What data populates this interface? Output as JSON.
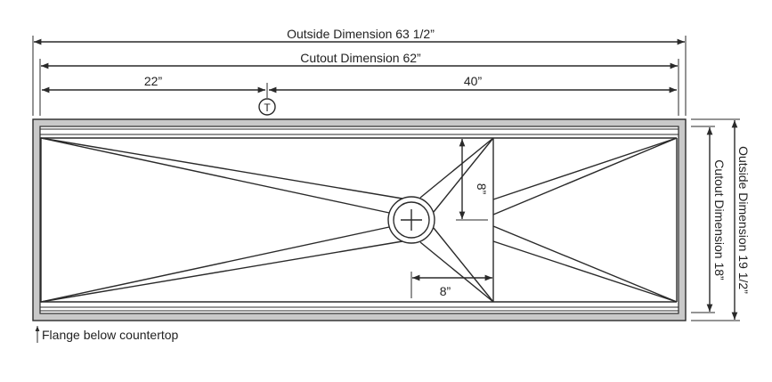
{
  "dimensions": {
    "outside_width": "Outside Dimension 63 1/2”",
    "cutout_width": "Cutout Dimension 62”",
    "left_offset": "22”",
    "right_offset": "40”",
    "tap_marker": "T",
    "drain_vertical": "8”",
    "drain_horizontal": "8”",
    "outside_depth": "Outside Dimension 19 1/2”",
    "cutout_depth": "Cutout Dimension 18”"
  },
  "notes": {
    "flange": "Flange below countertop"
  },
  "colors": {
    "flange": "#c9c9c9",
    "line": "#2a2a2a"
  }
}
